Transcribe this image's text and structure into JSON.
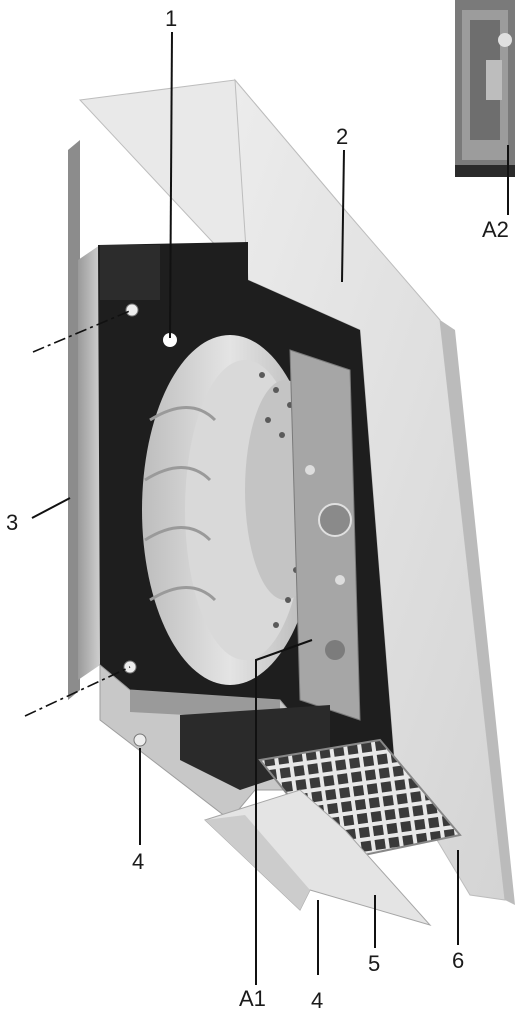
{
  "callouts": {
    "c1": "1",
    "c2": "2",
    "c3": "3",
    "c4_left": "4",
    "c4_bottom": "4",
    "c5": "5",
    "c6": "6",
    "a1": "A1",
    "a2": "A2"
  },
  "colors": {
    "housing_light": "#e2e2e2",
    "housing_shade": "#c9c9c9",
    "interior_dark": "#1c1c1c",
    "impeller": "#cfcfcf",
    "motor_plate": "#a8a8a8",
    "grille": "#3a3a3a",
    "leader_line": "#111111"
  },
  "icons": {
    "main_unit": "radial-fan-unit-illustration",
    "inset": "mounting-bracket-detail"
  }
}
